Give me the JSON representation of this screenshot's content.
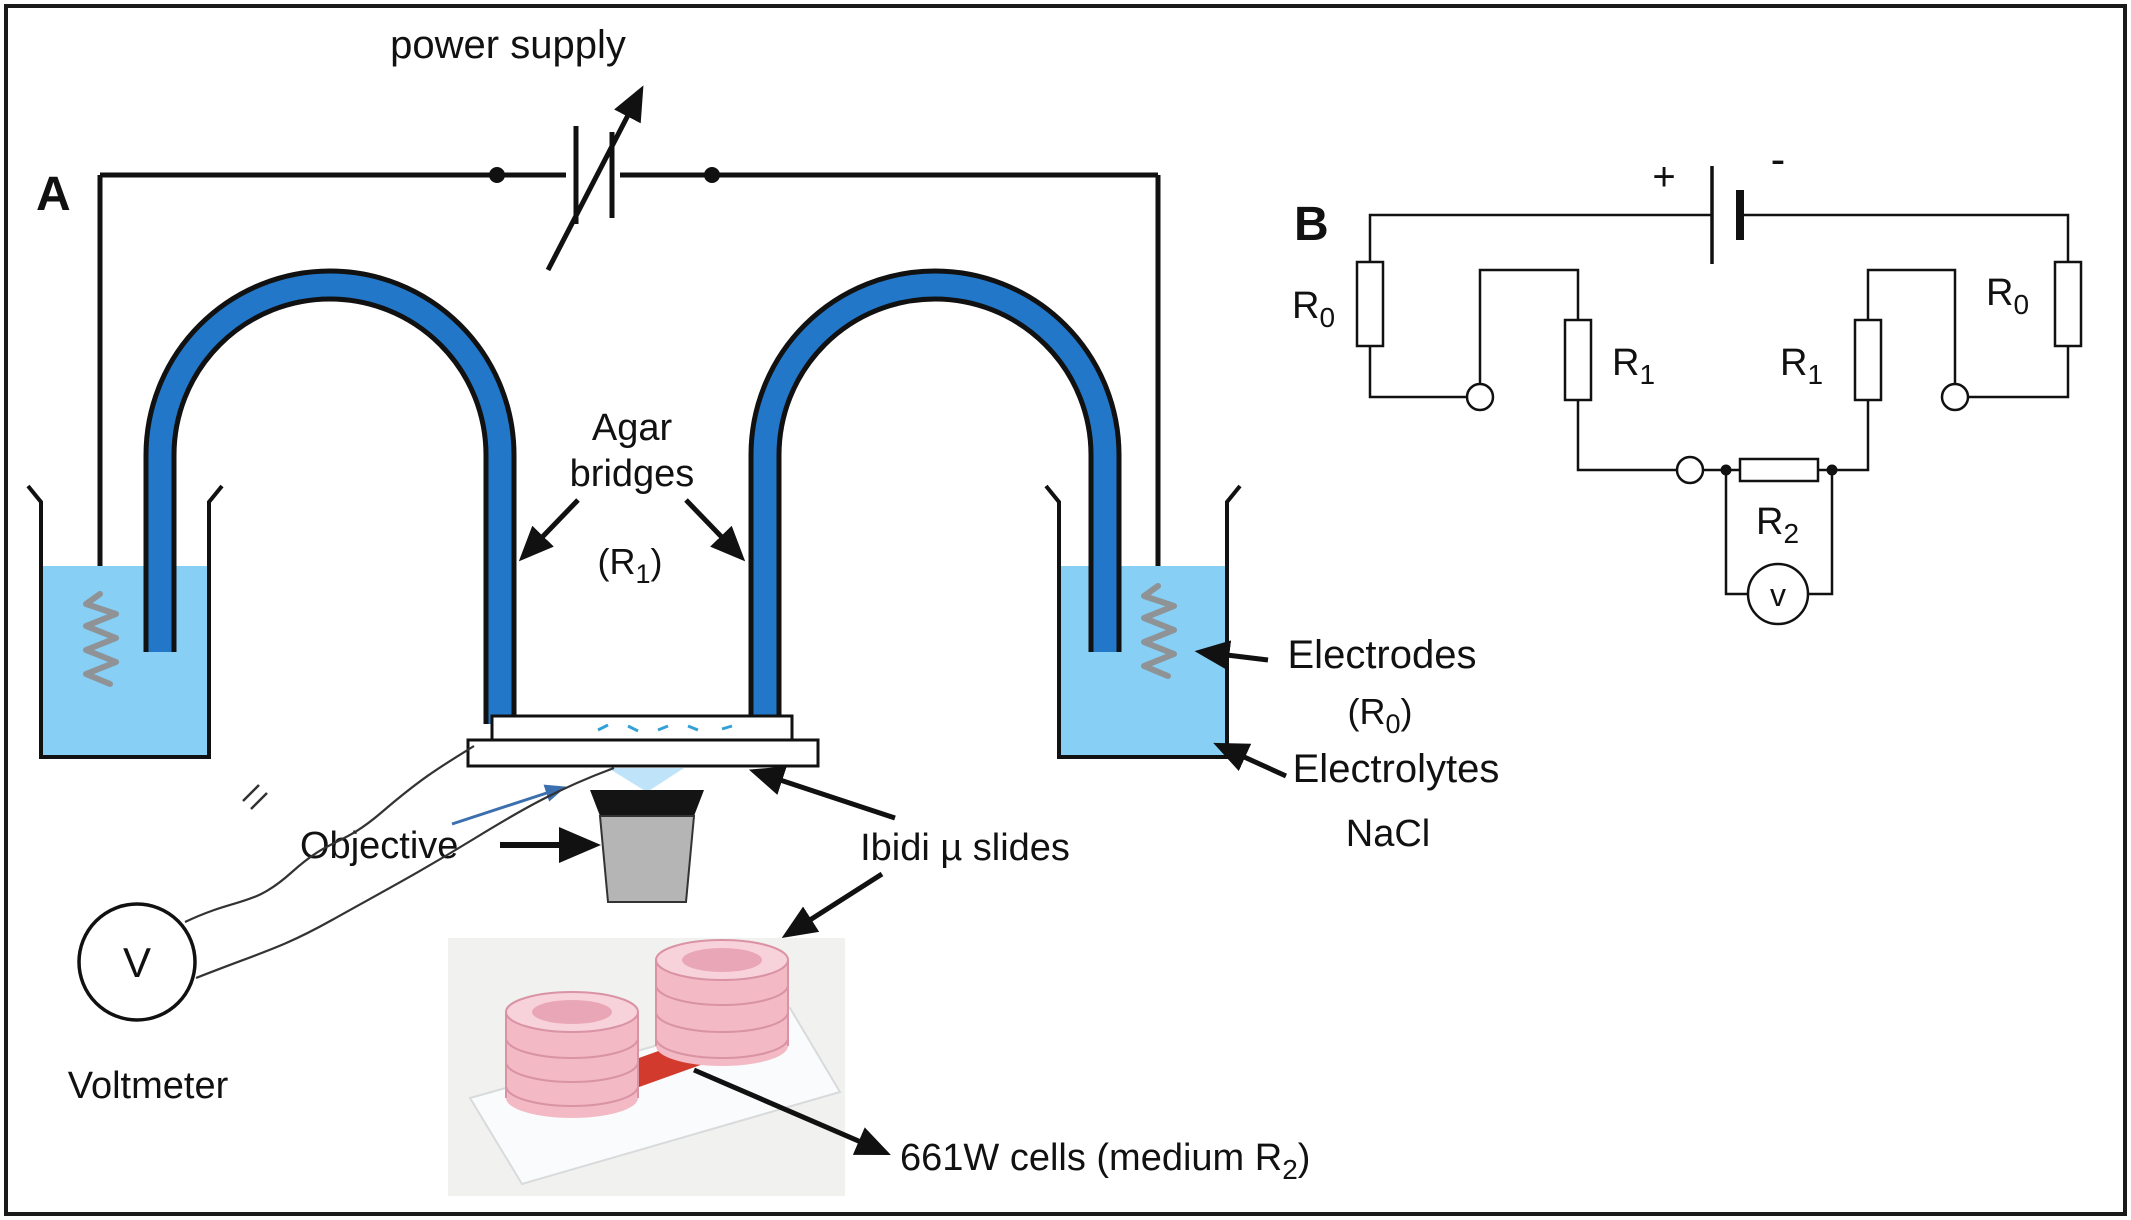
{
  "colors": {
    "wire": "#111111",
    "liquid": "#87cff5",
    "agar": "#2277c8",
    "coil": "#8f9396",
    "cells_mark": "#33a1d8",
    "drop": "#bfe3f8",
    "objective": "#b5b5b5",
    "blue_arrow": "#3b6fae",
    "red_channel": "#d23a2e",
    "pink": "#f3bac5",
    "pink_light": "#f8d2da",
    "pink_dark": "#e9a6b6",
    "pink_stroke": "#d993a4"
  },
  "panelA": {
    "label": "A",
    "power_supply_label": "power supply",
    "agar_line1": "Agar",
    "agar_line2": "bridges",
    "r1_pre": "(R",
    "r1_sub": "1",
    "r1_post": ")",
    "electrodes_label": "Electrodes",
    "r0_pre": "(R",
    "r0_sub": "0",
    "r0_post": ")",
    "electrolytes_label": "Electrolytes",
    "nacl_label": "NaCl",
    "objective_label": "Objective",
    "ibidi_label": "Ibidi µ slides",
    "voltmeter_symbol": "V",
    "voltmeter_label": "Voltmeter",
    "cells_pre": "661W cells (medium R",
    "cells_sub": "2",
    "cells_post": ")"
  },
  "panelB": {
    "label": "B",
    "battery_plus": "+",
    "battery_minus": "-",
    "r0_left_base": "R",
    "r0_left_sub": "0",
    "r1_left_base": "R",
    "r1_left_sub": "1",
    "r1_right_base": "R",
    "r1_right_sub": "1",
    "r0_right_base": "R",
    "r0_right_sub": "0",
    "r2_base": "R",
    "r2_sub": "2",
    "voltmeter_symbol": "v"
  }
}
